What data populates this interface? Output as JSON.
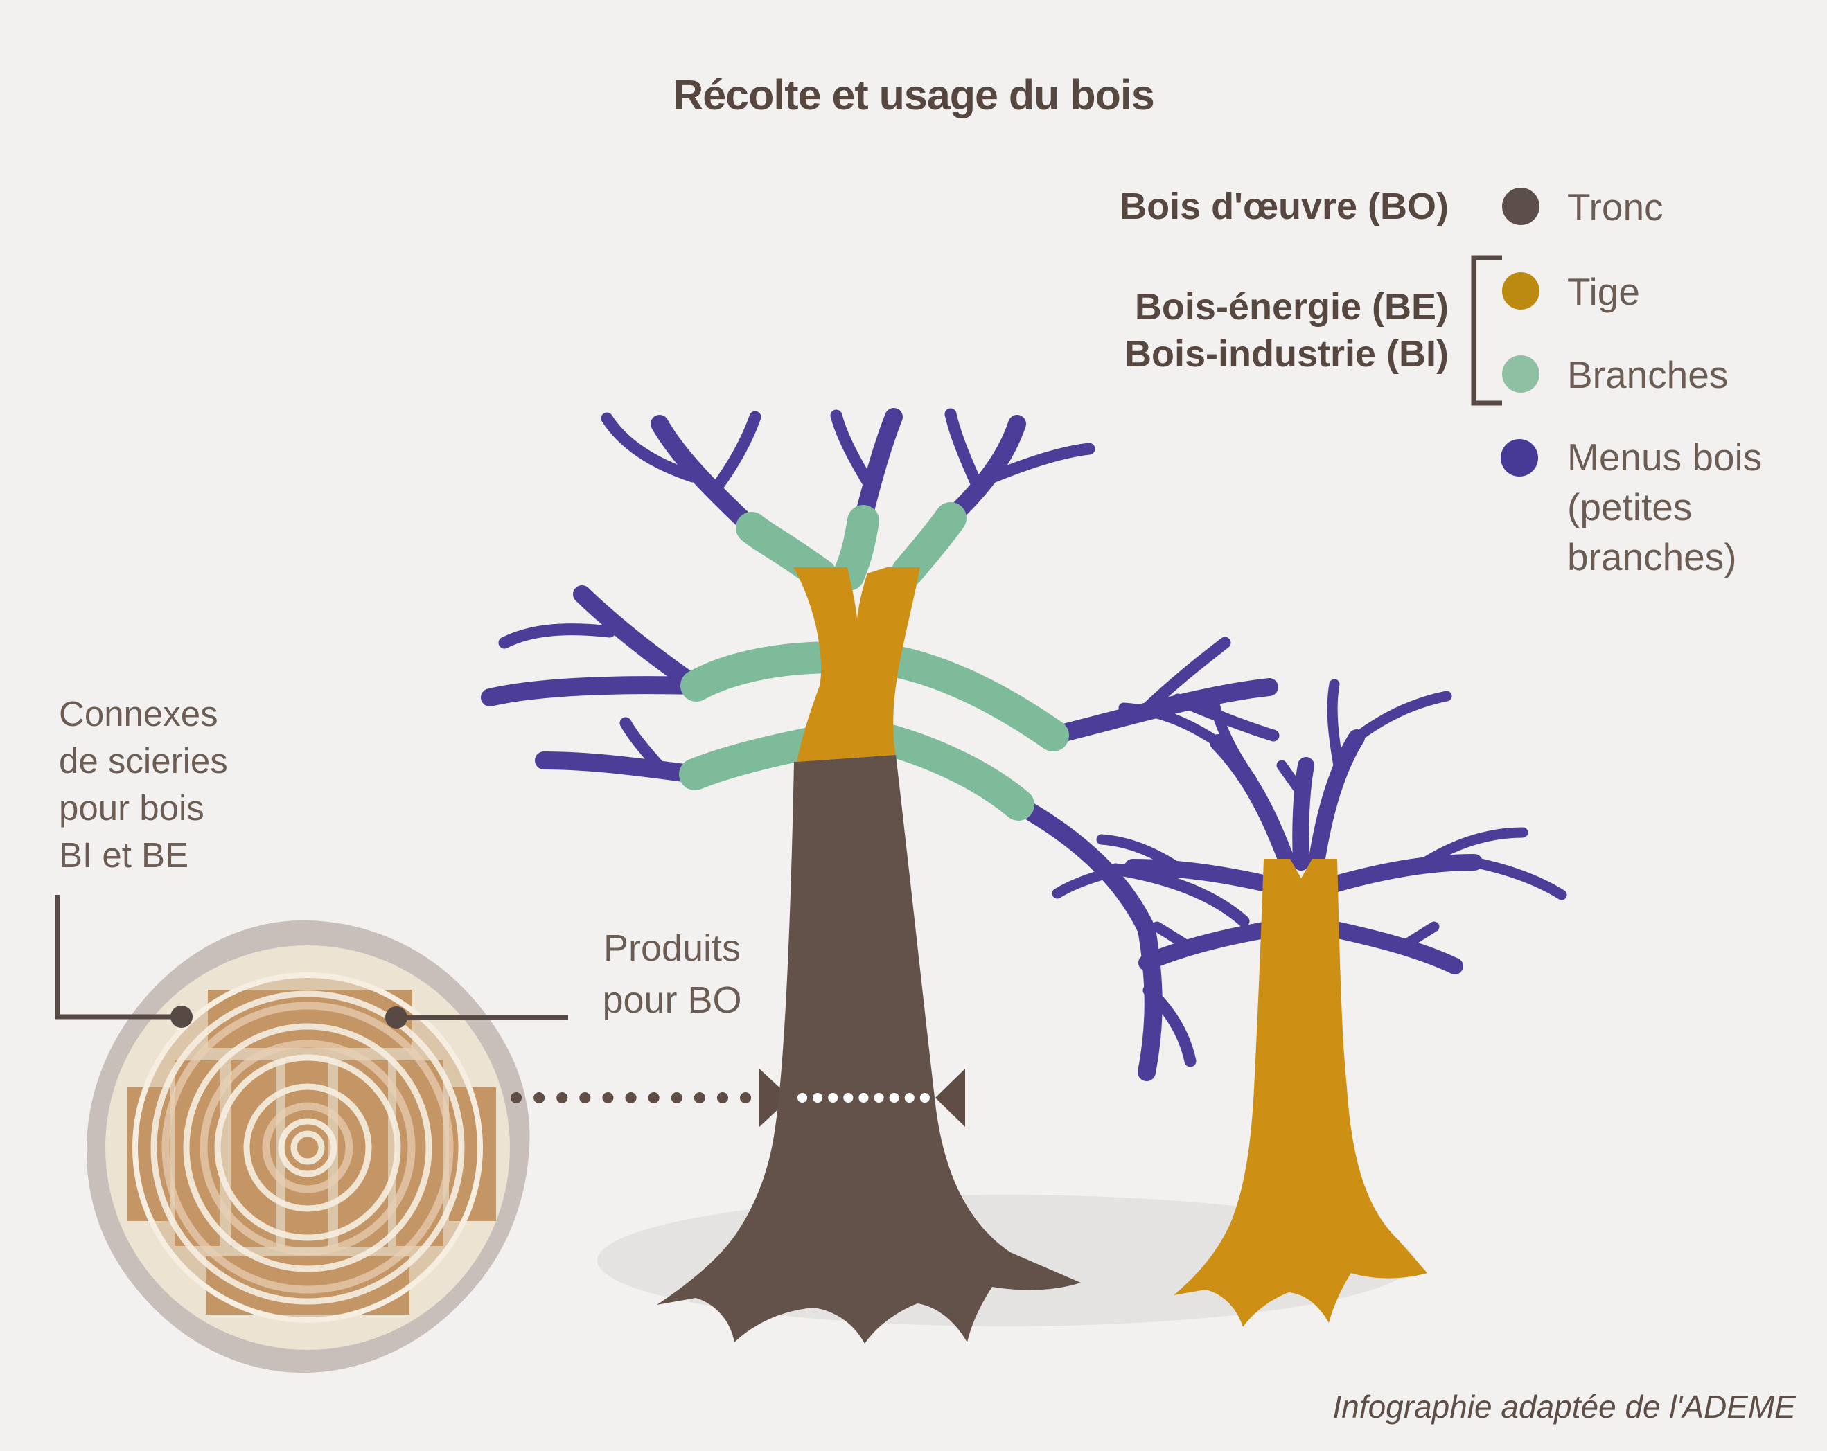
{
  "title": "Récolte et usage du bois",
  "legend": {
    "bo_label": "Bois d'œuvre (BO)",
    "bebi_label": "Bois-énergie (BE)\nBois-industrie (BI)",
    "items": [
      {
        "label": "Tronc"
      },
      {
        "label": "Tige"
      },
      {
        "label": "Branches"
      },
      {
        "label": "Menus bois\n(petites\nbranches)"
      }
    ]
  },
  "labels": {
    "connexes": "Connexes\nde scieries\npour bois\nBI et BE",
    "produits": "Produits\npour BO",
    "credit": "Infographie adaptée de l'ADEME"
  },
  "colors": {
    "background": "#f2f1ef",
    "text_dark": "#564840",
    "text_body": "#6b5c54",
    "tronc": "#63524a",
    "tronc_dot": "#5c4f4b",
    "tige": "#ce9014",
    "tige_dot": "#bc8a10",
    "branches": "#7ebb9b",
    "branches_dot": "#8fc0a4",
    "menus_bois": "#4c3d99",
    "menus_bois_dot": "#473a96",
    "connector": "#574a44",
    "shadow": "#e5e3e1",
    "log_bark": "#c8beba",
    "log_sapwood": "#ede3d3",
    "log_heartwood": "#dbc6a9",
    "log_planks": "#c49565",
    "log_ring_light": "#f6eee1",
    "log_ring_salmon": "#ead0b6",
    "dotted_line": "#5f4d46",
    "dotted_line_on_trunk": "#ffffff"
  }
}
